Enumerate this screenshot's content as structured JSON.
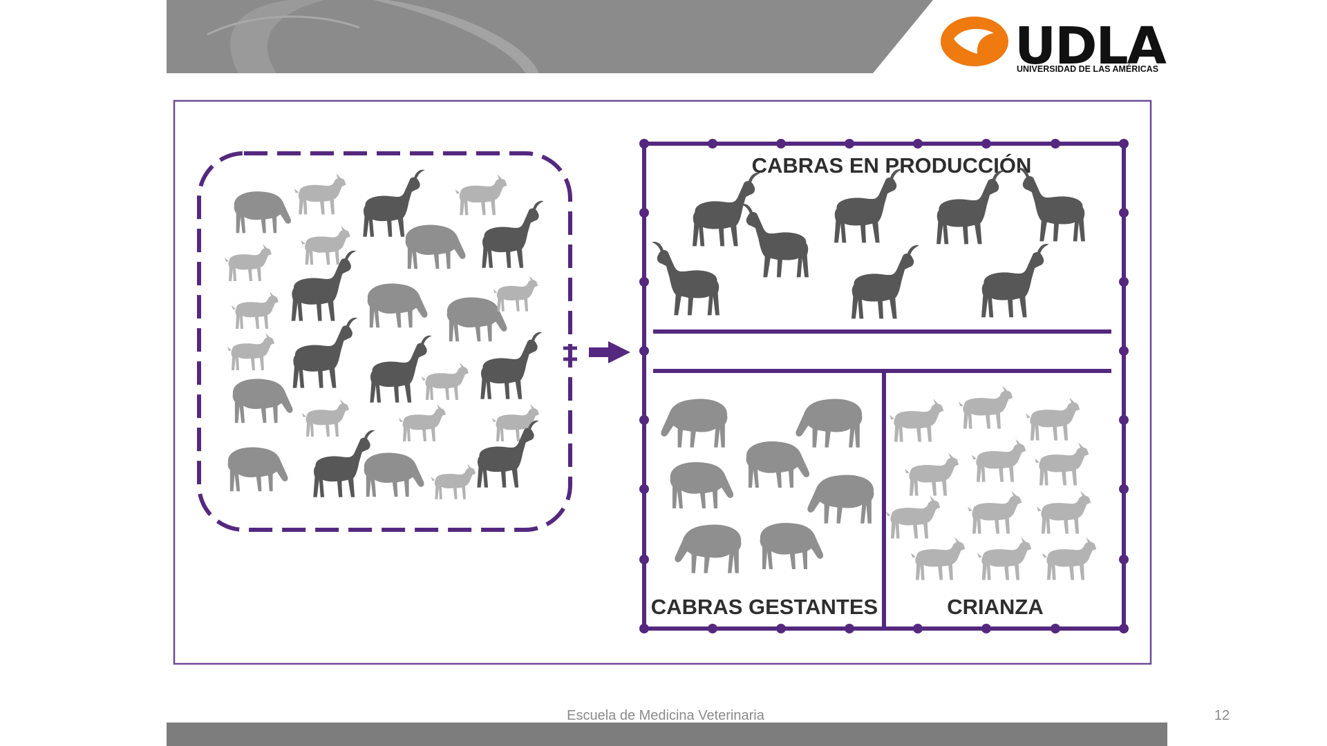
{
  "brand": {
    "name": "UDLA",
    "subtitle": "UNIVERSIDAD DE LAS AMÉRICAS",
    "accent_color": "#ee7a10"
  },
  "diagram": {
    "label_production": "CABRAS EN PRODUCCIÓN",
    "label_pregnant": "CABRAS GESTANTES",
    "label_rearing": "CRIANZA",
    "line_color": "#55287f",
    "icons": {
      "mixed_herd": "goat-herd-icons",
      "production": "adult-goat-icon",
      "pregnant": "pregnant-goat-icon",
      "rearing": "kid-goat-icon"
    }
  },
  "footer": {
    "text": "Escuela de Medicina Veterinaria",
    "page_number": "12"
  }
}
